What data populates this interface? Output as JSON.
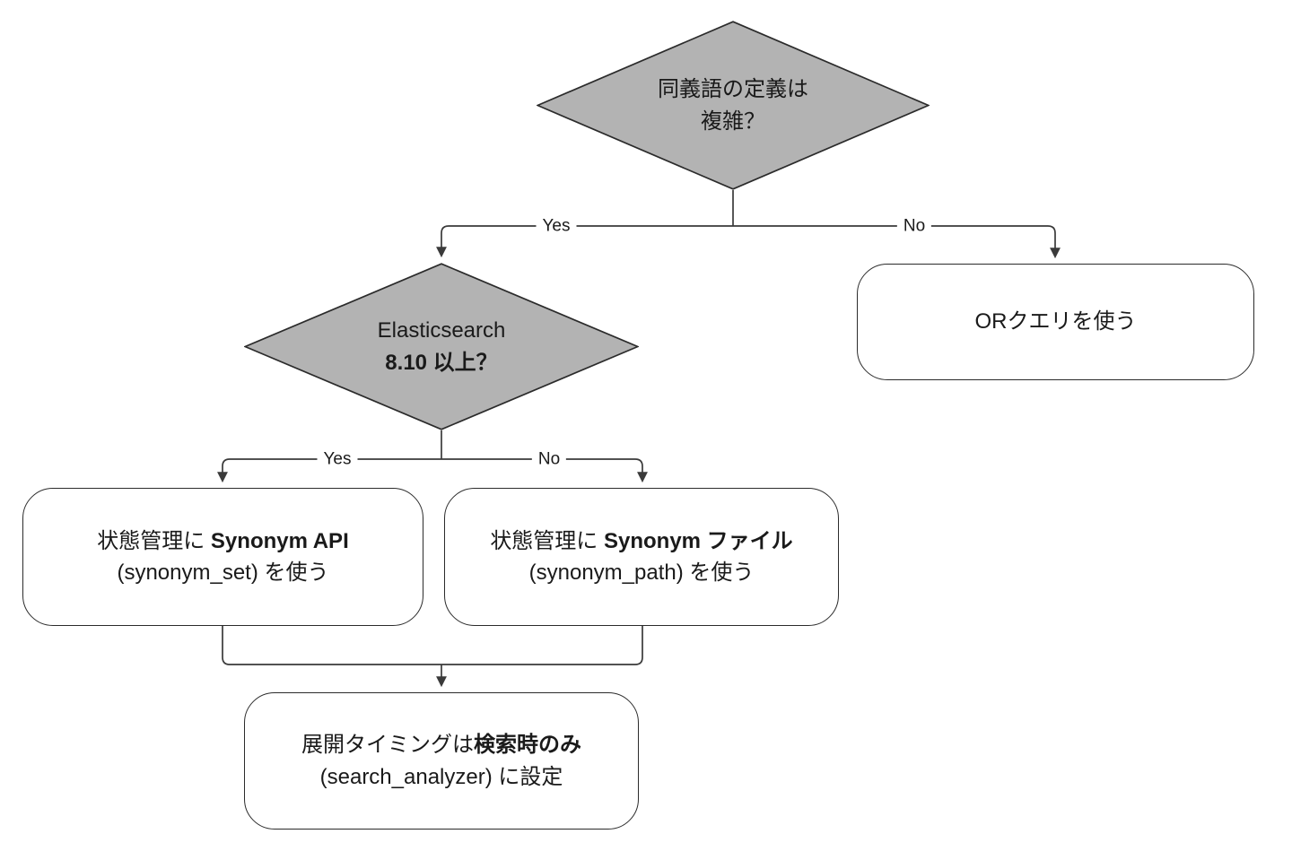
{
  "diagram": {
    "type": "flowchart",
    "title": "",
    "direction": "top-down",
    "background_color": "#ffffff",
    "decision_fill_color": "#b3b3b3",
    "decision_stroke_color": "#2b2b2b",
    "process_fill_color": "#ffffff",
    "process_stroke_color": "#2b2b2b",
    "edge_color": "#3a3a3a",
    "text_color": "#1a1a1a"
  },
  "nodes": {
    "decision_synonym_complexity": {
      "shape": "diamond",
      "line1": "同義語の定義は",
      "line2": "複雑？"
    },
    "decision_es_version": {
      "shape": "diamond",
      "line1": "Elasticsearch",
      "line2": "8.10 以上？"
    },
    "process_or_query": {
      "shape": "rounded-rect",
      "line1": "ORクエリを使う"
    },
    "process_synonym_api": {
      "shape": "rounded-rect",
      "line1_plain": "状態管理に ",
      "line1_bold": "Synonym API",
      "line2": "(synonym_set) を使う"
    },
    "process_synonym_file": {
      "shape": "rounded-rect",
      "line1_plain": "状態管理に ",
      "line1_bold": "Synonym ファイル",
      "line2": "(synonym_path) を使う"
    },
    "process_search_analyzer": {
      "shape": "rounded-rect",
      "line1_plain": "展開タイミングは",
      "line1_bold": "検索時のみ",
      "line2": "(search_analyzer) に設定"
    }
  },
  "edges": [
    {
      "id": "edge-complexity-yes",
      "from": "decision_synonym_complexity",
      "to": "decision_es_version",
      "label": "Yes"
    },
    {
      "id": "edge-complexity-no",
      "from": "decision_synonym_complexity",
      "to": "process_or_query",
      "label": "No"
    },
    {
      "id": "edge-version-yes",
      "from": "decision_es_version",
      "to": "process_synonym_api",
      "label": "Yes"
    },
    {
      "id": "edge-version-no",
      "from": "decision_es_version",
      "to": "process_synonym_file",
      "label": "No"
    },
    {
      "id": "edge-api-merge",
      "from": "process_synonym_api",
      "to": "process_search_analyzer",
      "label": ""
    },
    {
      "id": "edge-file-merge",
      "from": "process_synonym_file",
      "to": "process_search_analyzer",
      "label": ""
    }
  ]
}
